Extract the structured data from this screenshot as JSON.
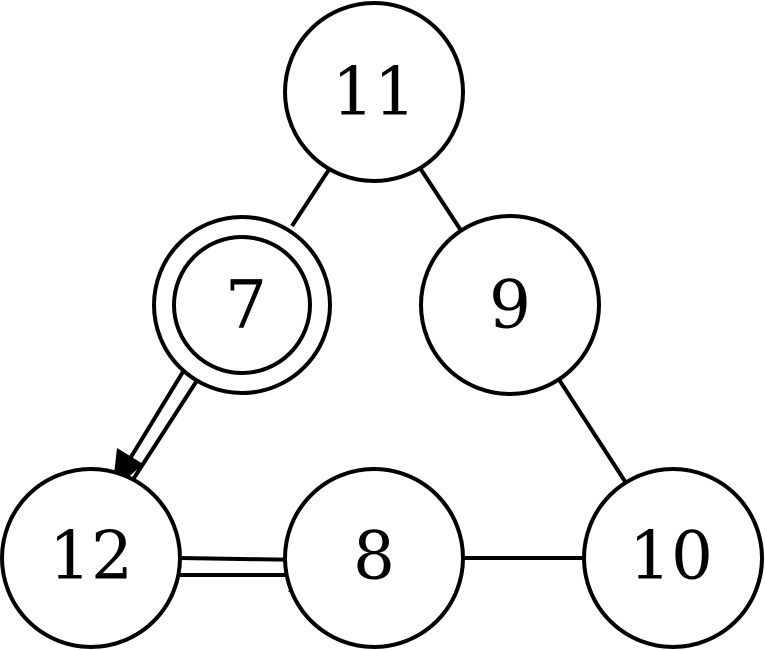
{
  "nodes": {
    "n11": "11",
    "n7": "7",
    "n9": "9",
    "n12": "12",
    "n8": "8",
    "n10": "10"
  },
  "highlighted_node": "7",
  "path": [
    "7",
    "12",
    "8"
  ],
  "colors": {
    "stroke": "#000000",
    "background": "#ffffff"
  }
}
